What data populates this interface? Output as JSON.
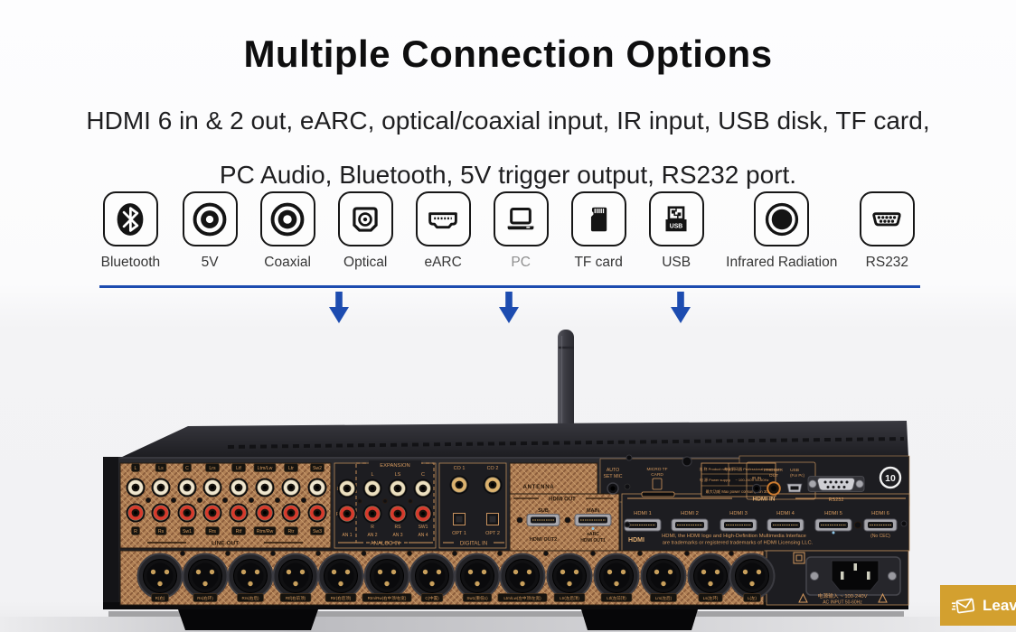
{
  "colors": {
    "accent_blue": "#1d4cb0",
    "badge_yellow": "#d3a02f",
    "copper": "#b08055",
    "chassis": "#232327"
  },
  "header": {
    "title": "Multiple Connection Options",
    "subtitle_line1": "HDMI 6 in & 2 out, eARC, optical/coaxial input, IR input, USB disk, TF card,",
    "subtitle_line2": "PC Audio, Bluetooth, 5V trigger output, RS232 port."
  },
  "connection_icons": [
    {
      "label": "Bluetooth",
      "icon": "bluetooth-icon"
    },
    {
      "label": "5V",
      "icon": "rca-5v-icon"
    },
    {
      "label": "Coaxial",
      "icon": "coaxial-icon"
    },
    {
      "label": "Optical",
      "icon": "optical-icon"
    },
    {
      "label": "eARC",
      "icon": "hdmi-earc-icon"
    },
    {
      "label": "PC",
      "icon": "laptop-icon",
      "muted": true
    },
    {
      "label": "TF card",
      "icon": "tf-card-icon"
    },
    {
      "label": "USB",
      "icon": "usb-icon"
    },
    {
      "label": "Infrared Radiation",
      "icon": "infrared-icon"
    },
    {
      "label": "RS232",
      "icon": "rs232-icon"
    }
  ],
  "receiver": {
    "line_out": {
      "top_labels": [
        "L",
        "Ls",
        "C",
        "Lrs",
        "Ltf",
        "Ltm/Lw",
        "Ltr",
        "Sw2"
      ],
      "bottom_labels": [
        "R",
        "Rs",
        "Sw1",
        "Rrs",
        "Rtf",
        "Rtm/Rw",
        "Rtr",
        "Sw3"
      ],
      "section_label": "LINE OUT"
    },
    "analog_in": {
      "title": "EXPANSION",
      "col_top_labels": [
        "L",
        "LS",
        "C"
      ],
      "col_bottom_labels": [
        "R",
        "RS",
        "SW1"
      ],
      "row_left_top": "L",
      "row_left_bottom": "R",
      "channel_labels": [
        "AN 1",
        "AN 2",
        "AN 3",
        "AN 4"
      ],
      "section_label": "ANALOG IN"
    },
    "digital_in": {
      "coaxial_labels": [
        "CO 1",
        "CO 2"
      ],
      "optical_labels": [
        "OPT 1",
        "OPT 2"
      ],
      "section_label": "DIGITAL IN"
    },
    "antenna_label": "ANTENNA",
    "setup": {
      "auto_set_mic": [
        "AUTO",
        "SET MIC"
      ],
      "micro_tf_card": [
        "MICRO TF",
        "CARD"
      ]
    },
    "spec_box": {
      "rows": [
        [
          "名 称 Product name",
          "专业解码器 Professional processor"
        ],
        [
          "电 源 Power supply",
          "~ 100-240V 50-60Hz"
        ]
      ],
      "footer": "最大功耗 Max power consumption 30W"
    },
    "control": {
      "ir_label": "IR IN",
      "trigger_label": [
        "TRIGGER",
        "OUT"
      ],
      "usb_label": [
        "USB",
        "(For Pc)"
      ],
      "rs232_label": "RS232",
      "cert_badge": "10"
    },
    "hdmi_out": {
      "title": "HDMI OUT",
      "sub": "SUB",
      "main": "MAIN",
      "out2": "HDMI OUT2",
      "earc": "eARC",
      "out1": "HDMI OUT1"
    },
    "hdmi_in": {
      "title": "HDMI IN",
      "ports": [
        "HDMI 1",
        "HDMI 2",
        "HDMI 3",
        "HDMI 4",
        "HDMI 5",
        "HDMI 6"
      ],
      "no_cec": "(No CEC)",
      "logo": "HDMI",
      "note1": "HDMI, the HDMI logo and High-Definition Multimedia Interface",
      "note2": "are trademarks or registered trademarks of HDMI Licensing LLC."
    },
    "xlr_labels": [
      "R(右)",
      "Rs(右环)",
      "Rrs(右后)",
      "Rtf(右前顶)",
      "Rtr(右后顶)",
      "Rtm/Rw(右中顶/右宽)",
      "C(中置)",
      "Sw1(重低1)",
      "Ltm/Lw(左中顶/左宽)",
      "Ltr(左后顶)",
      "Ltf(左前顶)",
      "Lrs(左后)",
      "Ls(左环)",
      "L(左)"
    ],
    "power": {
      "line1": "电源输入 ~ 100-240V",
      "line2": "AC INPUT 50-60Hz"
    }
  },
  "badge": {
    "label": "Leav"
  }
}
